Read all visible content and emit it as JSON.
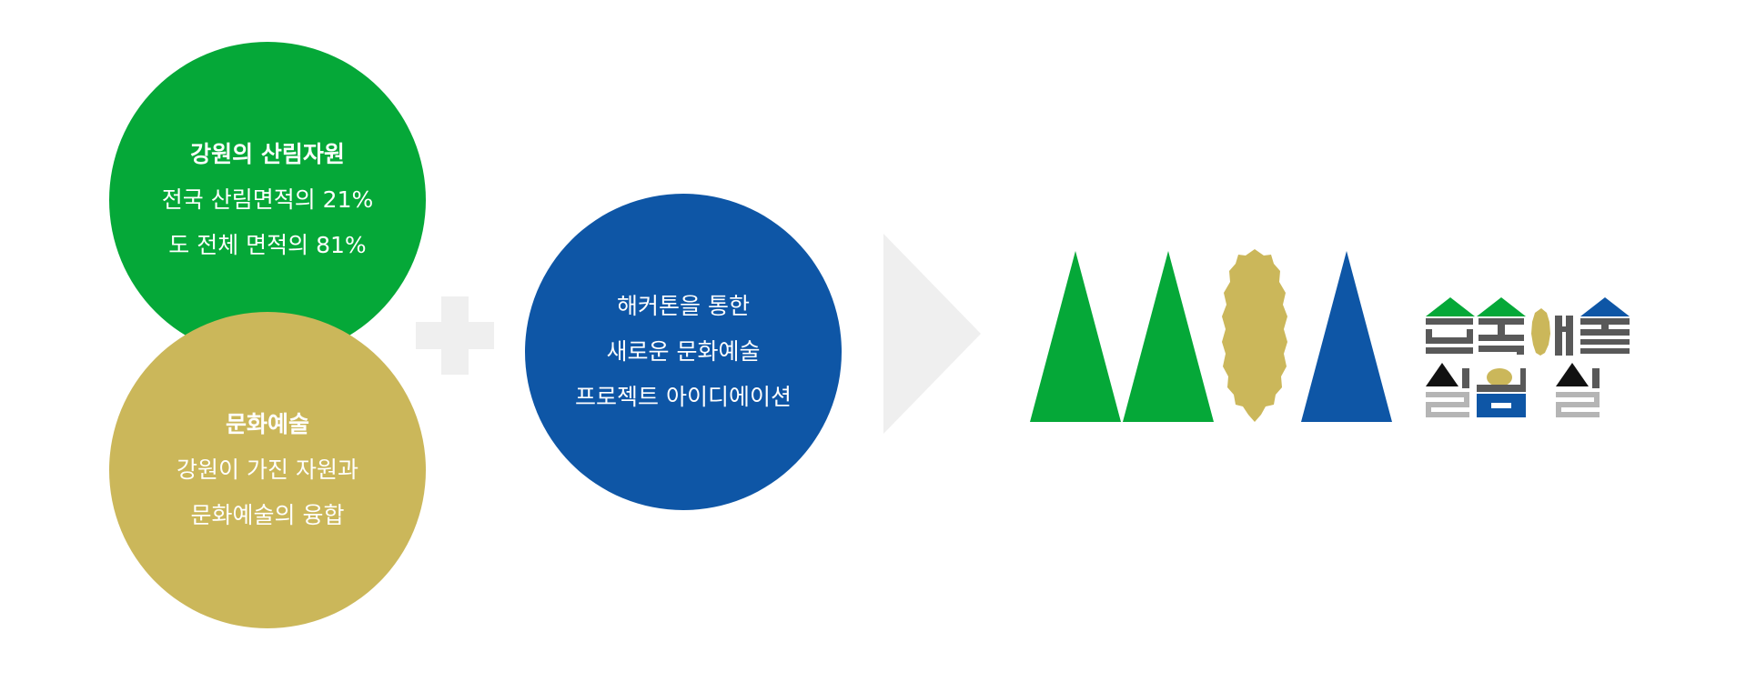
{
  "colors": {
    "green": "#05a838",
    "gold": "#cbb75a",
    "blue": "#0e56a6",
    "light_gray": "#efefef",
    "dark_gray": "#595959",
    "mid_gray": "#b5b5b5",
    "black": "#111111"
  },
  "circle_forest": {
    "title": "강원의 산림자원",
    "lines": [
      "전국 산림면적의 21%",
      "도 전체 면적의 81%"
    ]
  },
  "circle_culture": {
    "title": "문화예술",
    "lines": [
      "강원이 가진 자원과",
      "문화예술의 융합"
    ]
  },
  "circle_project": {
    "lines": [
      "해커톤을 통한",
      "새로운 문화예술",
      "프로젝트 아이디에이션"
    ]
  },
  "icons": {
    "plus": "plus-icon",
    "arrow": "arrow-right-icon",
    "trees": "forest-trees-icon"
  },
  "logo": {
    "name": "숲속예술 실험실"
  }
}
